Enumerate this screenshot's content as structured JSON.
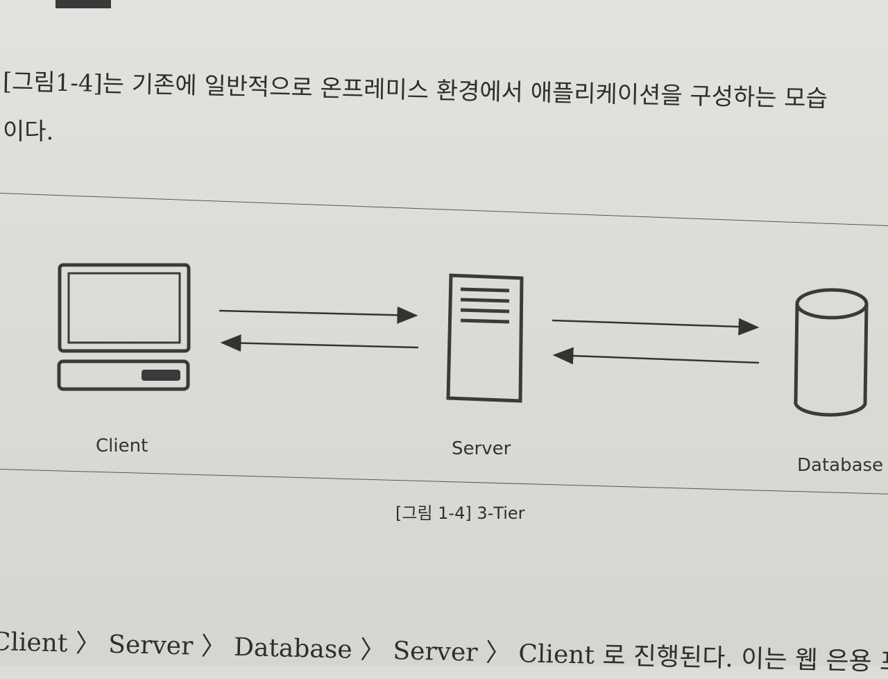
{
  "intro": {
    "line1": "[그림1-4]는 기존에 일반적으로 온프레미스 환경에서 애플리케이션을 구성하는 모습",
    "line2": "이다."
  },
  "diagram": {
    "nodes": {
      "client": "Client",
      "server": "Server",
      "database": "Database"
    },
    "caption": "[그림 1-4] 3-Tier"
  },
  "flow_text": "Client 〉 Server 〉 Database 〉 Server 〉 Client 로 진행된다. 이는 웹 은용 프로그"
}
